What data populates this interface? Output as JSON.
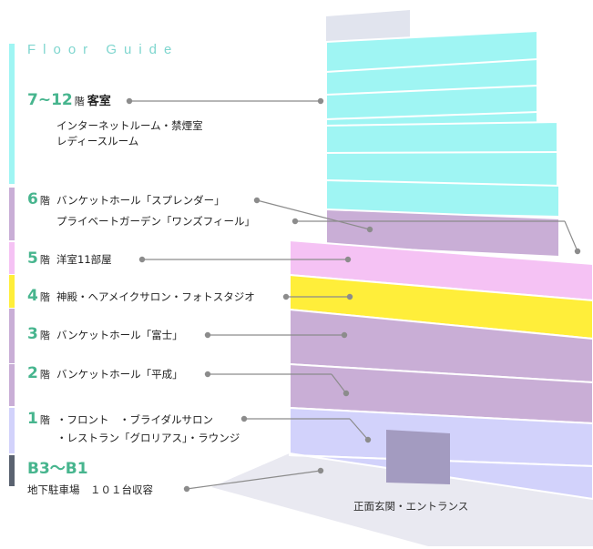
{
  "title": "Floor Guide",
  "floors": {
    "f7_12": {
      "num": "7~12",
      "kai": "階",
      "name": "客室",
      "line2": "インターネットルーム・禁煙室",
      "line3": "レディースルーム",
      "color": "#9ff5f3"
    },
    "f6": {
      "num": "6",
      "kai": "階",
      "line1": "バンケットホール「スプレンダー」",
      "line2": "プライベートガーデン「ワンズフィール」",
      "color": "#c9aed6"
    },
    "f5": {
      "num": "5",
      "kai": "階",
      "line1": "洋室11部屋",
      "color": "#f5c2f4"
    },
    "f4": {
      "num": "4",
      "kai": "階",
      "line1": "神殿・ヘアメイクサロン・フォトスタジオ",
      "color": "#ffee3a"
    },
    "f3": {
      "num": "3",
      "kai": "階",
      "line1": "バンケットホール「富士」",
      "color": "#c9aed6"
    },
    "f2": {
      "num": "2",
      "kai": "階",
      "line1": "バンケットホール「平成」",
      "color": "#c9aed6"
    },
    "f1": {
      "num": "1",
      "kai": "階",
      "line1": "・フロント　・ブライダルサロン",
      "line2": "・レストラン「グロリアス」・ラウンジ",
      "color": "#d2d2fb"
    },
    "b": {
      "num": "B3～B1",
      "line1": "地下駐車場　１０１台収容",
      "color": "#5a6270"
    }
  },
  "entrance": "正面玄関・エントランス",
  "colors": {
    "accent": "#47b58e",
    "title": "#7fd6cf",
    "leader": "#888888"
  }
}
